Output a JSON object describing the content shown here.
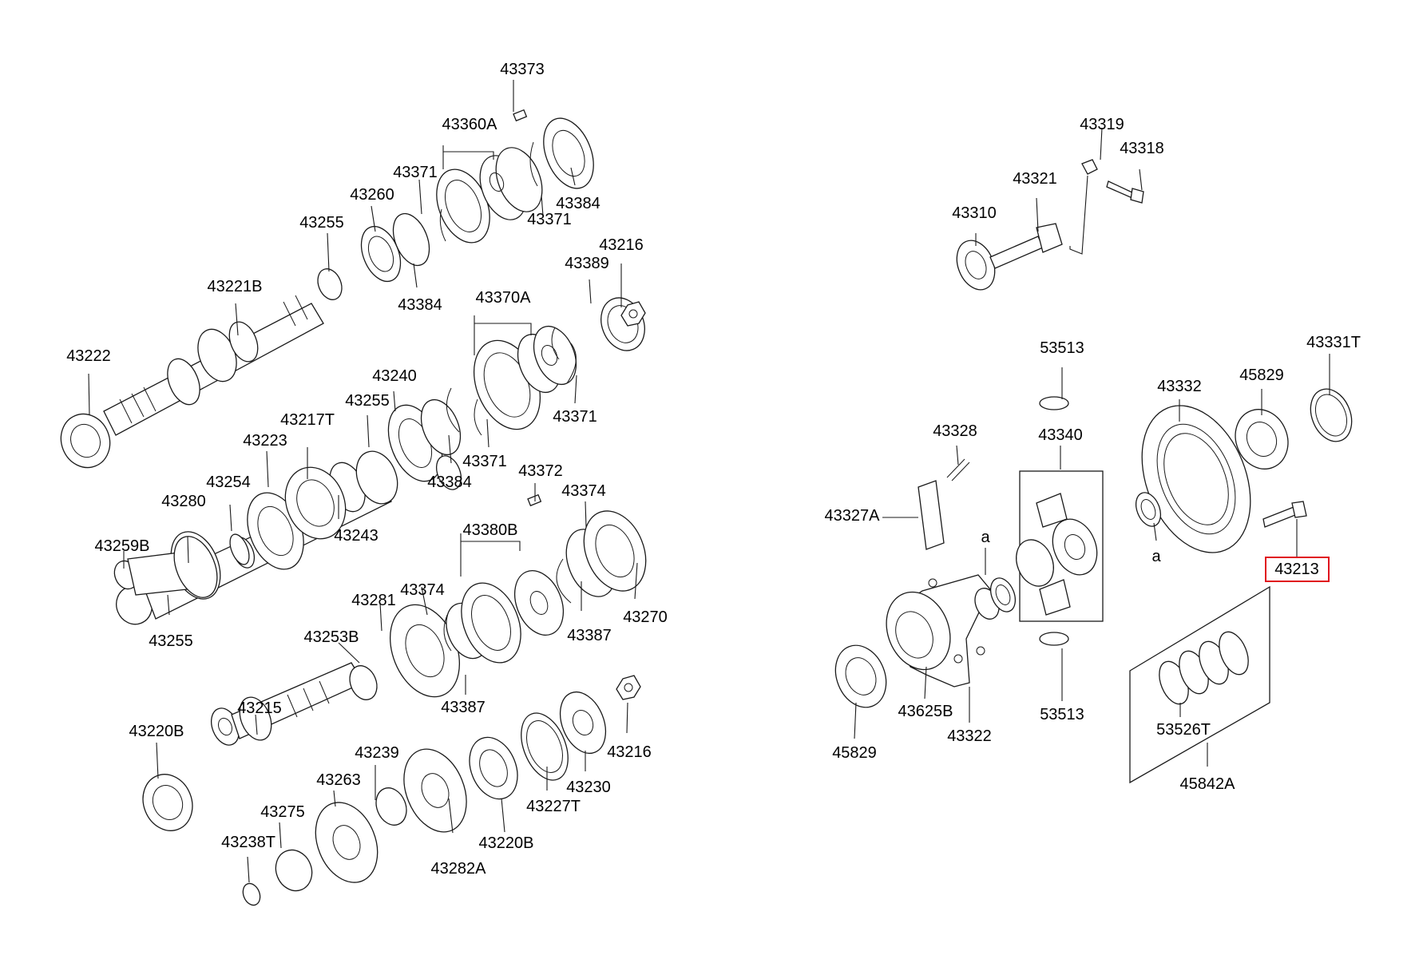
{
  "labels": {
    "l43373": "43373",
    "l43360A": "43360A",
    "l43371a": "43371",
    "l43371b": "43371",
    "l43260": "43260",
    "l43384a": "43384",
    "l43384b": "43384",
    "l43255a": "43255",
    "l43221B": "43221B",
    "l43222": "43222",
    "l43216a": "43216",
    "l43389": "43389",
    "l43370A": "43370A",
    "l43240": "43240",
    "l43255b": "43255",
    "l43217T": "43217T",
    "l43371c": "43371",
    "l43371d": "43371",
    "l43384c": "43384",
    "l43223": "43223",
    "l43243": "43243",
    "l43254": "43254",
    "l43280": "43280",
    "l43259B": "43259B",
    "l43255c": "43255",
    "l43372": "43372",
    "l43374a": "43374",
    "l43380B": "43380B",
    "l43374b": "43374",
    "l43281": "43281",
    "l43253B": "43253B",
    "l43387a": "43387",
    "l43387b": "43387",
    "l43270": "43270",
    "l43215": "43215",
    "l43220Ba": "43220B",
    "l43239": "43239",
    "l43263": "43263",
    "l43275": "43275",
    "l43238T": "43238T",
    "l43282A": "43282A",
    "l43220Bb": "43220B",
    "l43227T": "43227T",
    "l43230": "43230",
    "l43216b": "43216",
    "l43319": "43319",
    "l43318": "43318",
    "l43321": "43321",
    "l43310": "43310",
    "l53513a": "53513",
    "l43331T": "43331T",
    "l43332": "43332",
    "l45829a": "45829",
    "l43328": "43328",
    "l43340": "43340",
    "l43327A": "43327A",
    "la1": "a",
    "la2": "a",
    "l43213": "43213",
    "l45829b": "45829",
    "l43625B": "43625B",
    "l43322": "43322",
    "l53513b": "53513",
    "l53526T": "53526T",
    "l45842A": "45842A"
  },
  "highlight": {
    "part": "43213",
    "color": "#e0141e"
  }
}
